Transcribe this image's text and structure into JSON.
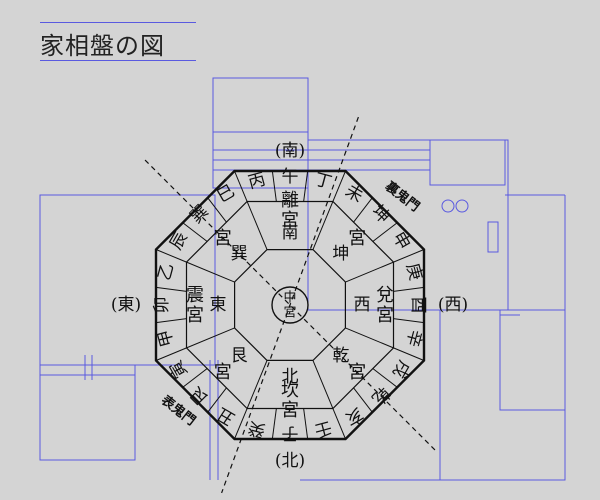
{
  "title": "家相盤の図",
  "compass": {
    "south": "(南)",
    "north": "(北)",
    "east": "(東)",
    "west": "(西)"
  },
  "gates": {
    "kimon": "裏鬼門",
    "omote_kimon": "表鬼門"
  },
  "center": {
    "main": "中",
    "sub": "宮"
  },
  "outer_ring": [
    "子",
    "癸",
    "丑",
    "艮",
    "寅",
    "甲",
    "卯",
    "乙",
    "辰",
    "巽",
    "巳",
    "丙",
    "午",
    "丁",
    "未",
    "坤",
    "申",
    "庚",
    "酉",
    "辛",
    "戌",
    "乾",
    "亥",
    "壬"
  ],
  "palaces": [
    {
      "dir": "北",
      "name": "坎宮"
    },
    {
      "dir": "艮",
      "name": "宮"
    },
    {
      "dir": "東",
      "name": "震宮"
    },
    {
      "dir": "巽",
      "name": "宮"
    },
    {
      "dir": "南",
      "name": "離宮"
    },
    {
      "dir": "坤",
      "name": "宮"
    },
    {
      "dir": "西",
      "name": "兌宮"
    },
    {
      "dir": "乾",
      "name": "宮"
    }
  ],
  "colors": {
    "plan": "#5a5ae0",
    "wheel": "#111111",
    "background": "#d4d4d4"
  }
}
